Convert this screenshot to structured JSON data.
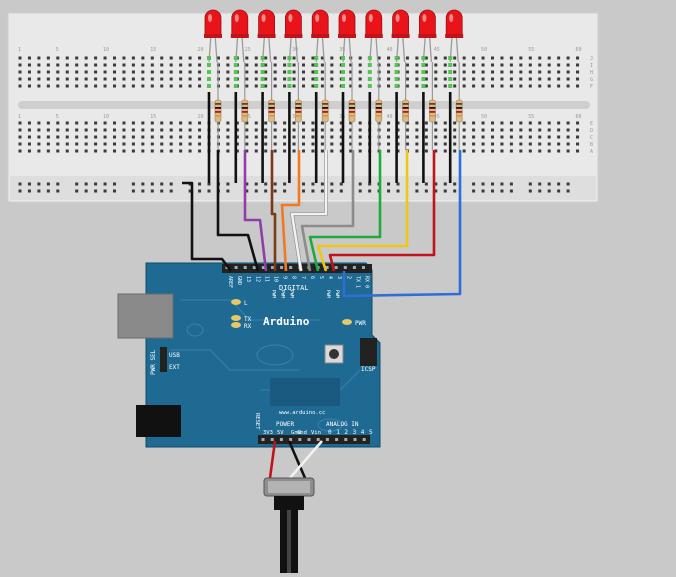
{
  "breadboard": {
    "column_numbers": [
      "1",
      "5",
      "10",
      "15",
      "20",
      "25",
      "30",
      "35",
      "40",
      "45",
      "50",
      "55",
      "60"
    ],
    "row_letters_top": [
      "J",
      "I",
      "H",
      "G",
      "F"
    ],
    "row_letters_bottom": [
      "E",
      "D",
      "C",
      "B",
      "A"
    ]
  },
  "leds": {
    "count": 10,
    "color": "#e8141a",
    "resistor_color": "#d8b98a"
  },
  "wires": {
    "colors": [
      "#111111",
      "#111111",
      "#8e3fa7",
      "#7a3b12",
      "#f07a22",
      "#f2f2f2",
      "#8c8c8c",
      "#1faa3c",
      "#f2c418",
      "#c0141a",
      "#2f6fd3"
    ]
  },
  "arduino": {
    "brand": "Arduino",
    "website": "www.arduino.cc",
    "board_color": "#1e6a93",
    "digital_label": "DIGITAL",
    "digital_pin_labels": [
      "AREF",
      "GND",
      "13",
      "12",
      "11",
      "10",
      "9",
      "8",
      "7",
      "6",
      "5",
      "4",
      "3",
      "2",
      "TX 1",
      "RX 0"
    ],
    "pwm_label": "PWM",
    "led_labels": [
      "L",
      "TX",
      "RX"
    ],
    "pwr_led_label": "PWR",
    "icsp_label": "ICSP",
    "pwr_sel_label": "PWR SEL",
    "usb_label": "USB",
    "ext_label": "EXT",
    "power_header_label": "POWER",
    "power_pins": [
      "RESET",
      "3V3",
      "5V",
      "Gnd",
      "Gnd",
      "Vin"
    ],
    "analog_header_label": "ANALOG IN",
    "analog_pins": [
      "0",
      "1",
      "2",
      "3",
      "4",
      "5"
    ]
  },
  "potentiometer": {
    "wire_colors": [
      "#c0141a",
      "#111111",
      "#f2f2f2"
    ]
  }
}
